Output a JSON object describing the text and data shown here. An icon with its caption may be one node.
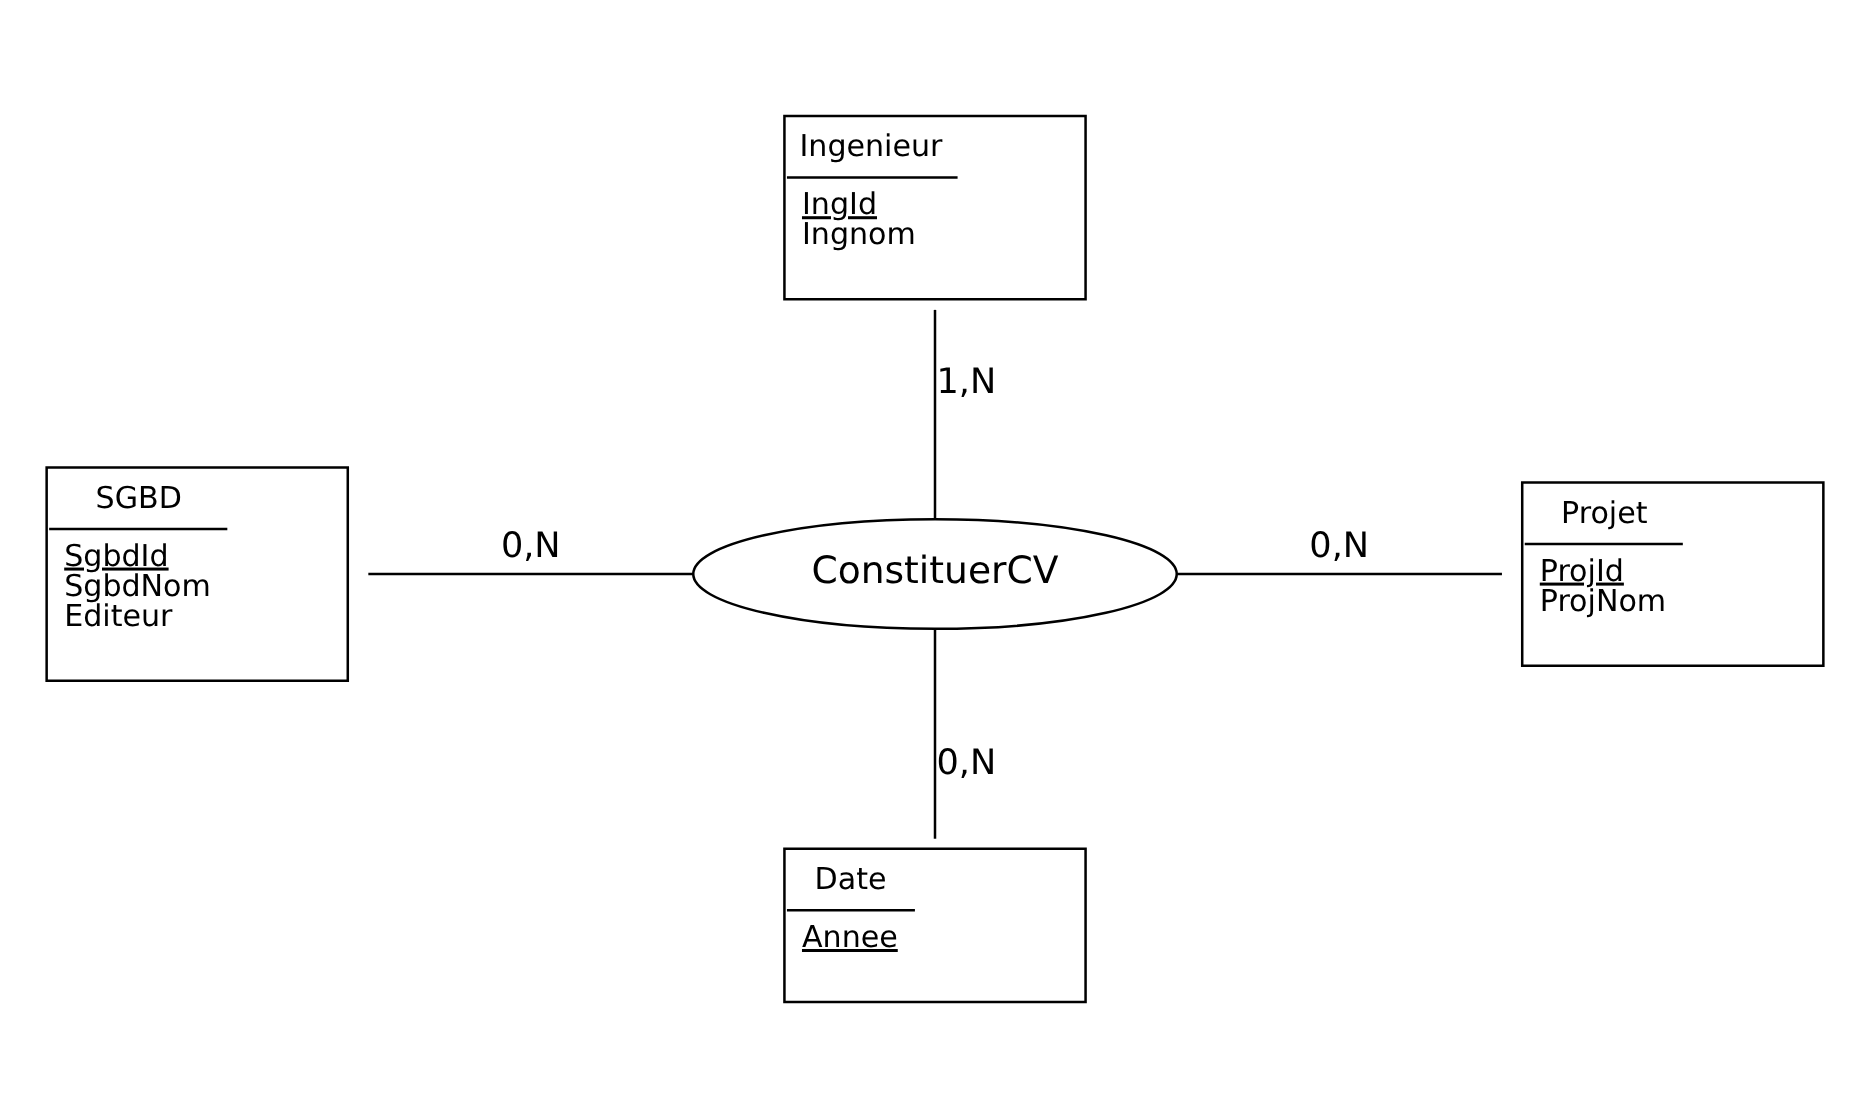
{
  "diagram": {
    "nodes": [
      {
        "text": [
          "Ingenieur",
          "IngId",
          "Ingnom"
        ]
      },
      {
        "text": [
          "SGBD",
          "SgbdId",
          "SgbdNom",
          "Editeur"
        ]
      },
      {
        "text": [
          "ConstituerCV"
        ]
      },
      {
        "text": [
          "Projet",
          "ProjId",
          "ProjNom"
        ]
      },
      {
        "text": [
          "Date",
          "Annee"
        ]
      }
    ],
    "edges": [
      {
        "from": 0,
        "to": 2,
        "arrow": "none",
        "label": "1,N"
      },
      {
        "from": 1,
        "to": 2,
        "arrow": "none",
        "label": "0,N"
      },
      {
        "from": 2,
        "to": 3,
        "arrow": "none",
        "label": "0,N"
      },
      {
        "from": 2,
        "to": 4,
        "arrow": "none",
        "label": "0,N"
      }
    ]
  }
}
